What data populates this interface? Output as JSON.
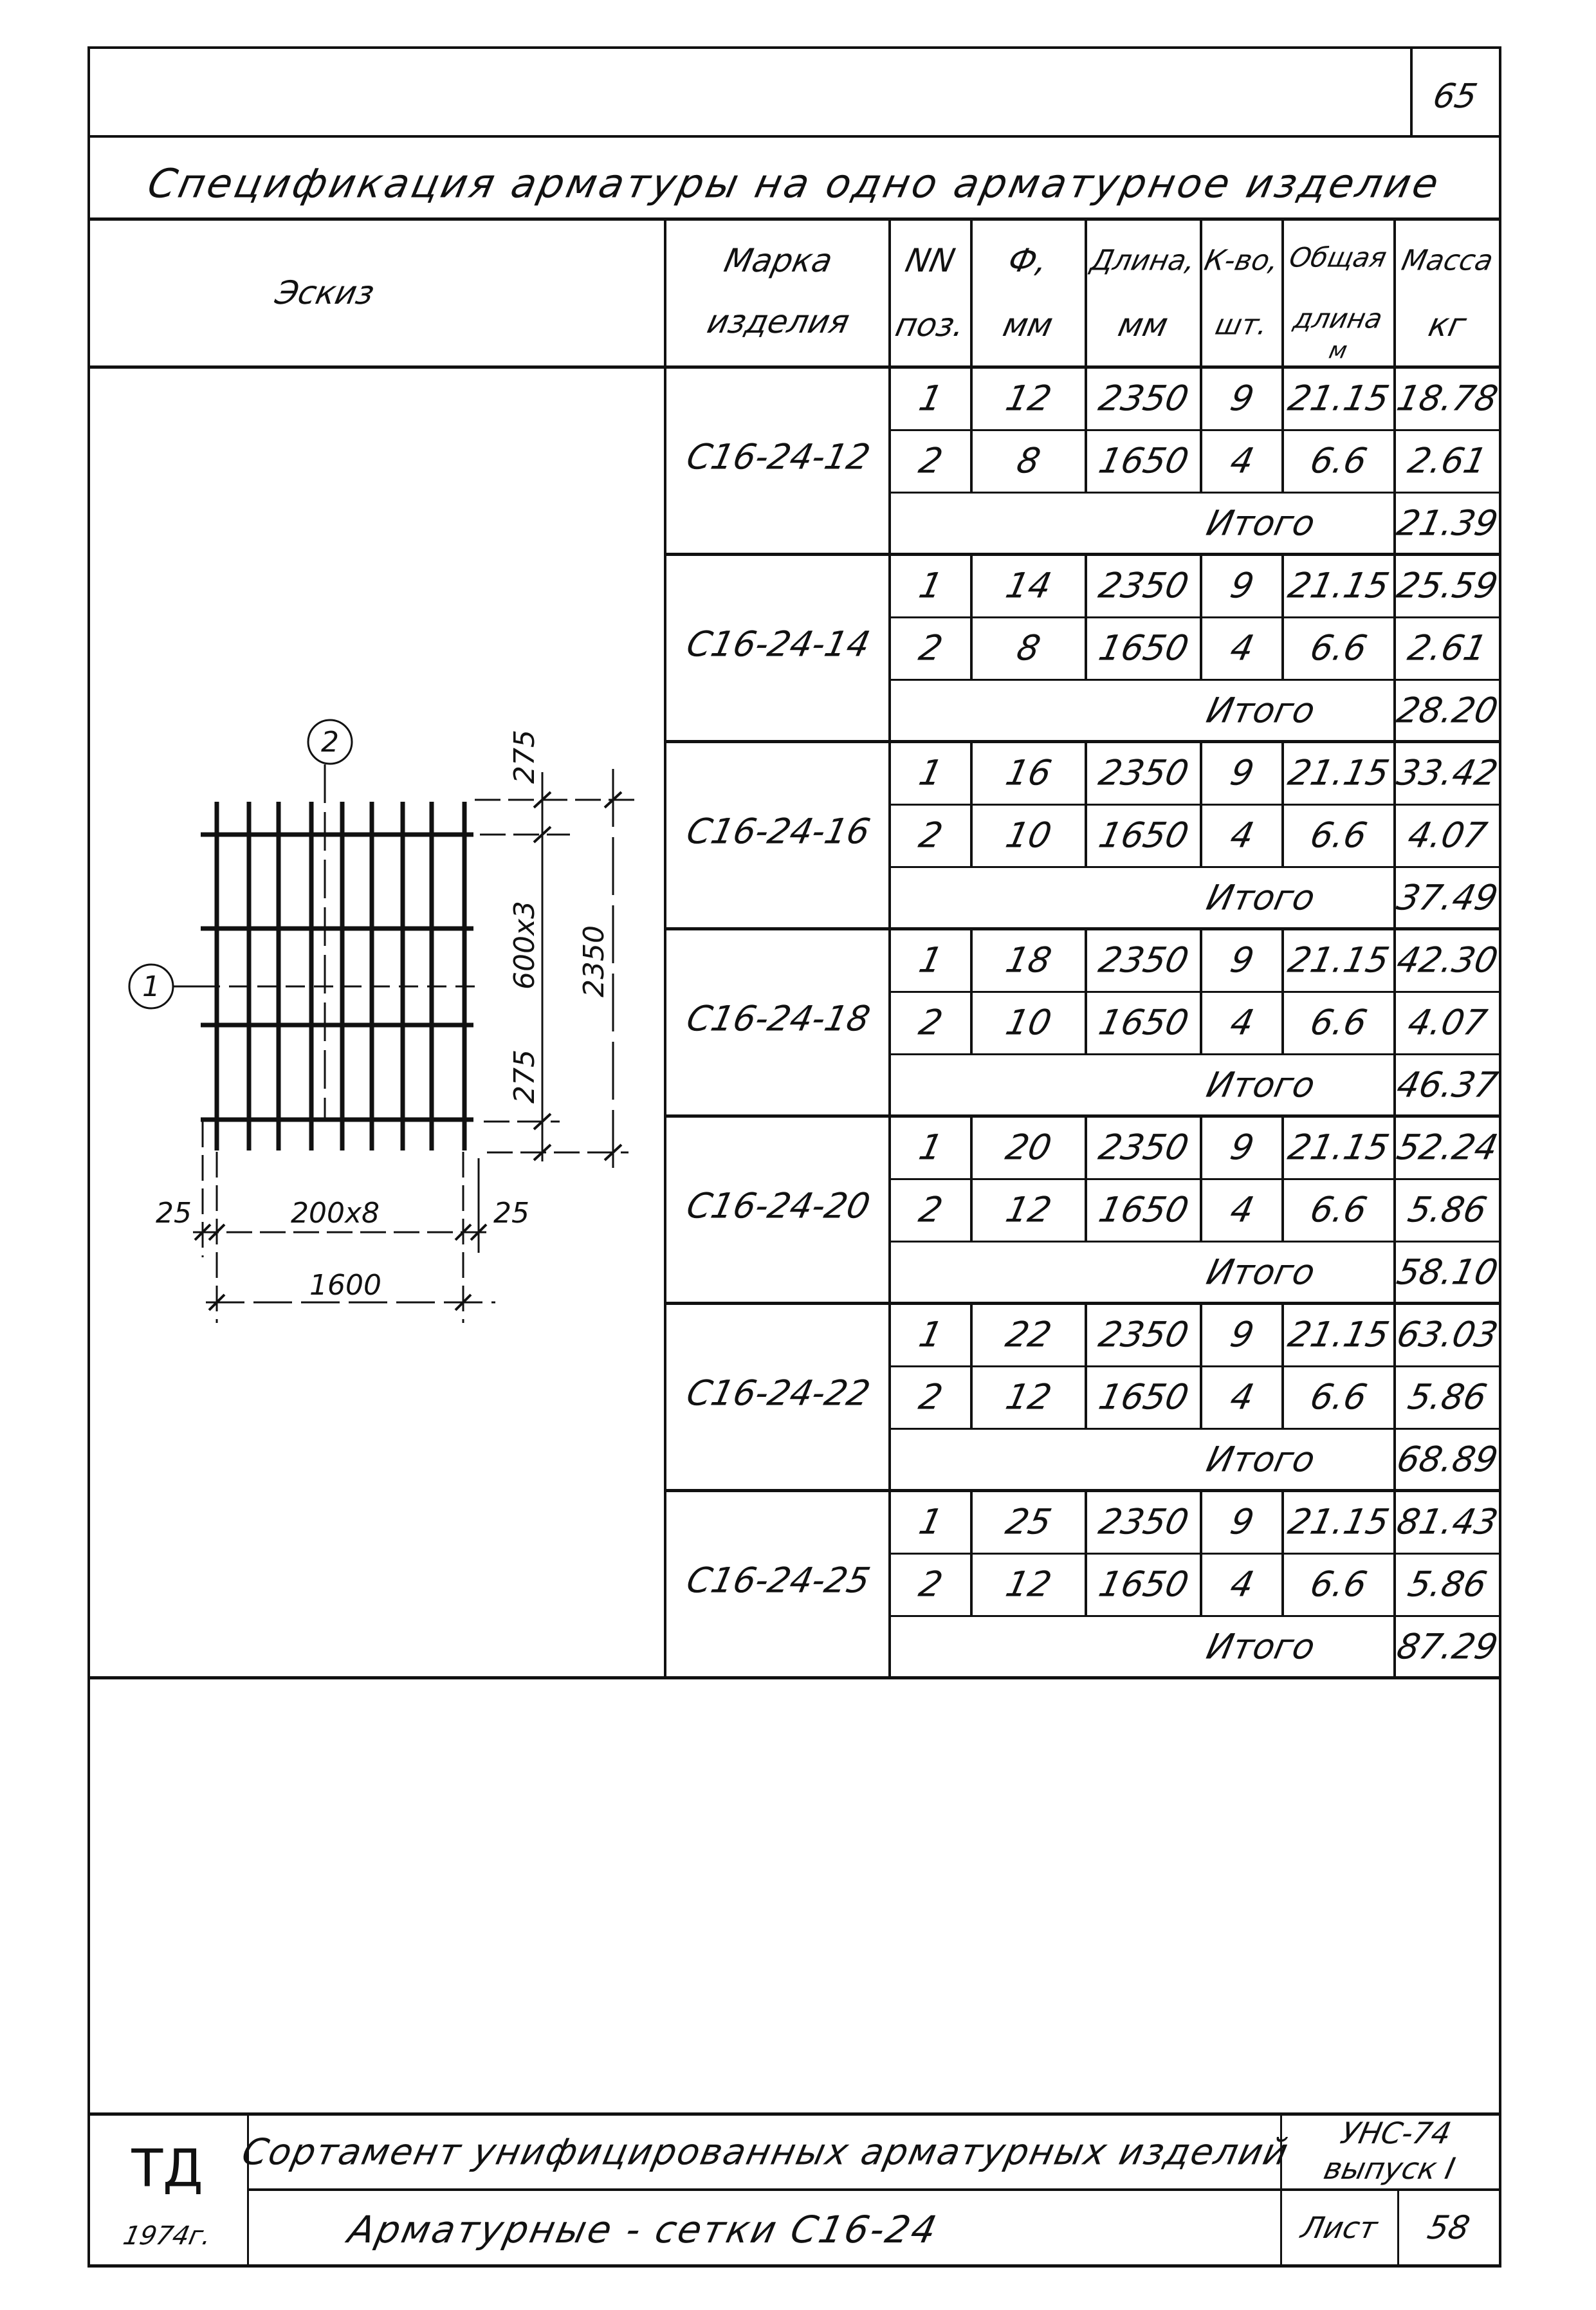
{
  "page_number": "65",
  "spec_title": "Спецификация арматуры на одно арматурное изделие",
  "headers": {
    "sketch": "Эскиз",
    "mark": [
      "Марка",
      "изделия"
    ],
    "pos": [
      "NN",
      "поз."
    ],
    "dia": [
      "Ф,",
      "мм"
    ],
    "length": [
      "Длина,",
      "мм"
    ],
    "count": [
      "К-во,",
      "шт."
    ],
    "total_length": [
      "Общая",
      "длина",
      "м"
    ],
    "mass": [
      "Масса",
      "кг"
    ]
  },
  "total_label": "Итого",
  "items": [
    {
      "mark": "С16-24-12",
      "rows": [
        [
          "1",
          "12",
          "2350",
          "9",
          "21.15",
          "18.78"
        ],
        [
          "2",
          "8",
          "1650",
          "4",
          "6.6",
          "2.61"
        ]
      ],
      "total": "21.39"
    },
    {
      "mark": "С16-24-14",
      "rows": [
        [
          "1",
          "14",
          "2350",
          "9",
          "21.15",
          "25.59"
        ],
        [
          "2",
          "8",
          "1650",
          "4",
          "6.6",
          "2.61"
        ]
      ],
      "total": "28.20"
    },
    {
      "mark": "С16-24-16",
      "rows": [
        [
          "1",
          "16",
          "2350",
          "9",
          "21.15",
          "33.42"
        ],
        [
          "2",
          "10",
          "1650",
          "4",
          "6.6",
          "4.07"
        ]
      ],
      "total": "37.49"
    },
    {
      "mark": "С16-24-18",
      "rows": [
        [
          "1",
          "18",
          "2350",
          "9",
          "21.15",
          "42.30"
        ],
        [
          "2",
          "10",
          "1650",
          "4",
          "6.6",
          "4.07"
        ]
      ],
      "total": "46.37"
    },
    {
      "mark": "С16-24-20",
      "rows": [
        [
          "1",
          "20",
          "2350",
          "9",
          "21.15",
          "52.24"
        ],
        [
          "2",
          "12",
          "1650",
          "4",
          "6.6",
          "5.86"
        ]
      ],
      "total": "58.10"
    },
    {
      "mark": "С16-24-22",
      "rows": [
        [
          "1",
          "22",
          "2350",
          "9",
          "21.15",
          "63.03"
        ],
        [
          "2",
          "12",
          "1650",
          "4",
          "6.6",
          "5.86"
        ]
      ],
      "total": "68.89"
    },
    {
      "mark": "С16-24-25",
      "rows": [
        [
          "1",
          "25",
          "2350",
          "9",
          "21.15",
          "81.43"
        ],
        [
          "2",
          "12",
          "1650",
          "4",
          "6.6",
          "5.86"
        ]
      ],
      "total": "87.29"
    }
  ],
  "sketch": {
    "callout_1": "1",
    "callout_2": "2",
    "dim_top": "275",
    "dim_mid": "600x3",
    "dim_bottom": "275",
    "dim_height": "2350",
    "dim_left": "25",
    "dim_spacing": "200x8",
    "dim_right": "25",
    "dim_width": "1600"
  },
  "title_block": {
    "logo": "ТД",
    "year": "1974г.",
    "series_title": "Сортамент унифицированных арматурных изделий",
    "sheet_title": "Арматурные - сетки С16-24",
    "code": "УНС-74",
    "issue": "выпуск I",
    "sheet_label": "Лист",
    "sheet_number": "58"
  }
}
